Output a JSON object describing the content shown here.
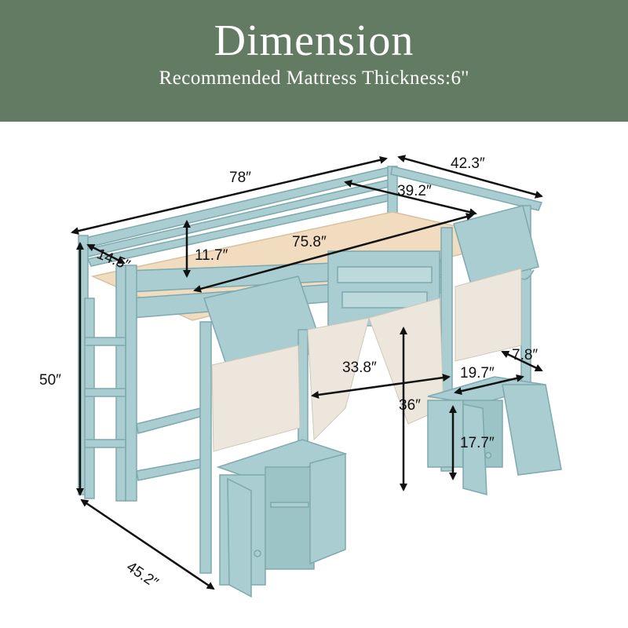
{
  "header": {
    "title": "Dimension",
    "subtitle": "Recommended Mattress Thickness:6''"
  },
  "colors": {
    "banner": "#627b62",
    "bed": "#a9cdd0",
    "bed_dark": "#7ea9ae",
    "slats": "#f1dcc0",
    "curtain": "#ece6dc",
    "dimension_line": "#111111"
  },
  "dimensions": {
    "length": "78″",
    "width": "42.3″",
    "inner_width": "39.2″",
    "guardrail_height": "11.7″",
    "inner_length": "75.8″",
    "ladder_width": "14.5″",
    "total_height": "50″",
    "bottom_depth": "45.2″",
    "opening_width": "33.8″",
    "under_bed_height": "36″",
    "cabinet_width": "19.7″",
    "cabinet_depth": "7.8″",
    "cabinet_height": "17.7″"
  }
}
